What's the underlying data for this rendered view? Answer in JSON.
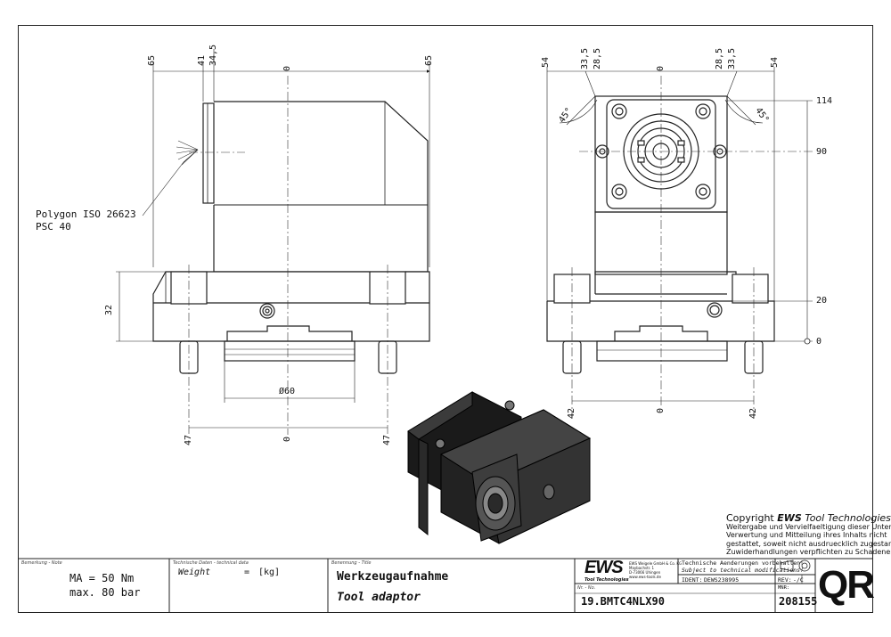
{
  "dims": {
    "left_top": [
      "65",
      "41",
      "34,5",
      "0",
      "65"
    ],
    "left_bottom": [
      "47",
      "0",
      "47"
    ],
    "left_side": "32",
    "diameter": "Ø60",
    "right_top": [
      "54",
      "33,5",
      "28,5",
      "0",
      "28,5",
      "33,5",
      "54"
    ],
    "right_bottom": [
      "42",
      "0",
      "42"
    ],
    "right_side": [
      "114",
      "90",
      "20",
      "0"
    ],
    "angles": [
      "45°",
      "45°"
    ]
  },
  "callout": {
    "line1": "Polygon ISO 26623",
    "line2": "PSC 40"
  },
  "copyright": {
    "heading_prefix": "Copyright",
    "heading_brand": "EWS",
    "heading_suffix": "Tool Technologies",
    "lines": [
      "Weitergabe und Vervielfaeltigung dieser Unterlage,",
      "Verwertung und Mitteilung ihres Inhalts nicht",
      "gestattet, soweit nicht ausdruecklich zugestanden.",
      "Zuwiderhandlungen verpflichten zu Schadenersatz."
    ]
  },
  "titleblock": {
    "note_label": "Bemerkung - Note",
    "note_lines": [
      "MA = 50 Nm",
      "max. 80 bar"
    ],
    "techdata_label": "Technische Daten - technical data",
    "weight_label": "Weight",
    "weight_eq": "=",
    "weight_unit": "[kg]",
    "title_label": "Benennung - Title",
    "title_de": "Werkzeugaufnahme",
    "title_en": "Tool adaptor",
    "logo_text": "EWS",
    "logo_sub": "Tool Technologies",
    "address": [
      "EWS Weigele GmbH & Co. KG",
      "Maybachstr. 1",
      "D-73066 Uhingen",
      "www.ews-tools.de"
    ],
    "number_label": "Nr. - No.",
    "number": "19.BMTC4NLX90",
    "change_de": "Technische Aenderungen vorbehalten!",
    "change_en": "Subject to technical modifications!",
    "ident_label": "IDENT:",
    "ident_value": "DEWS238995",
    "rev_label": "REV:",
    "rev_value": "-/C",
    "mnr_label": "MNR:",
    "mnr_value": "208155",
    "stamp": "QR"
  }
}
